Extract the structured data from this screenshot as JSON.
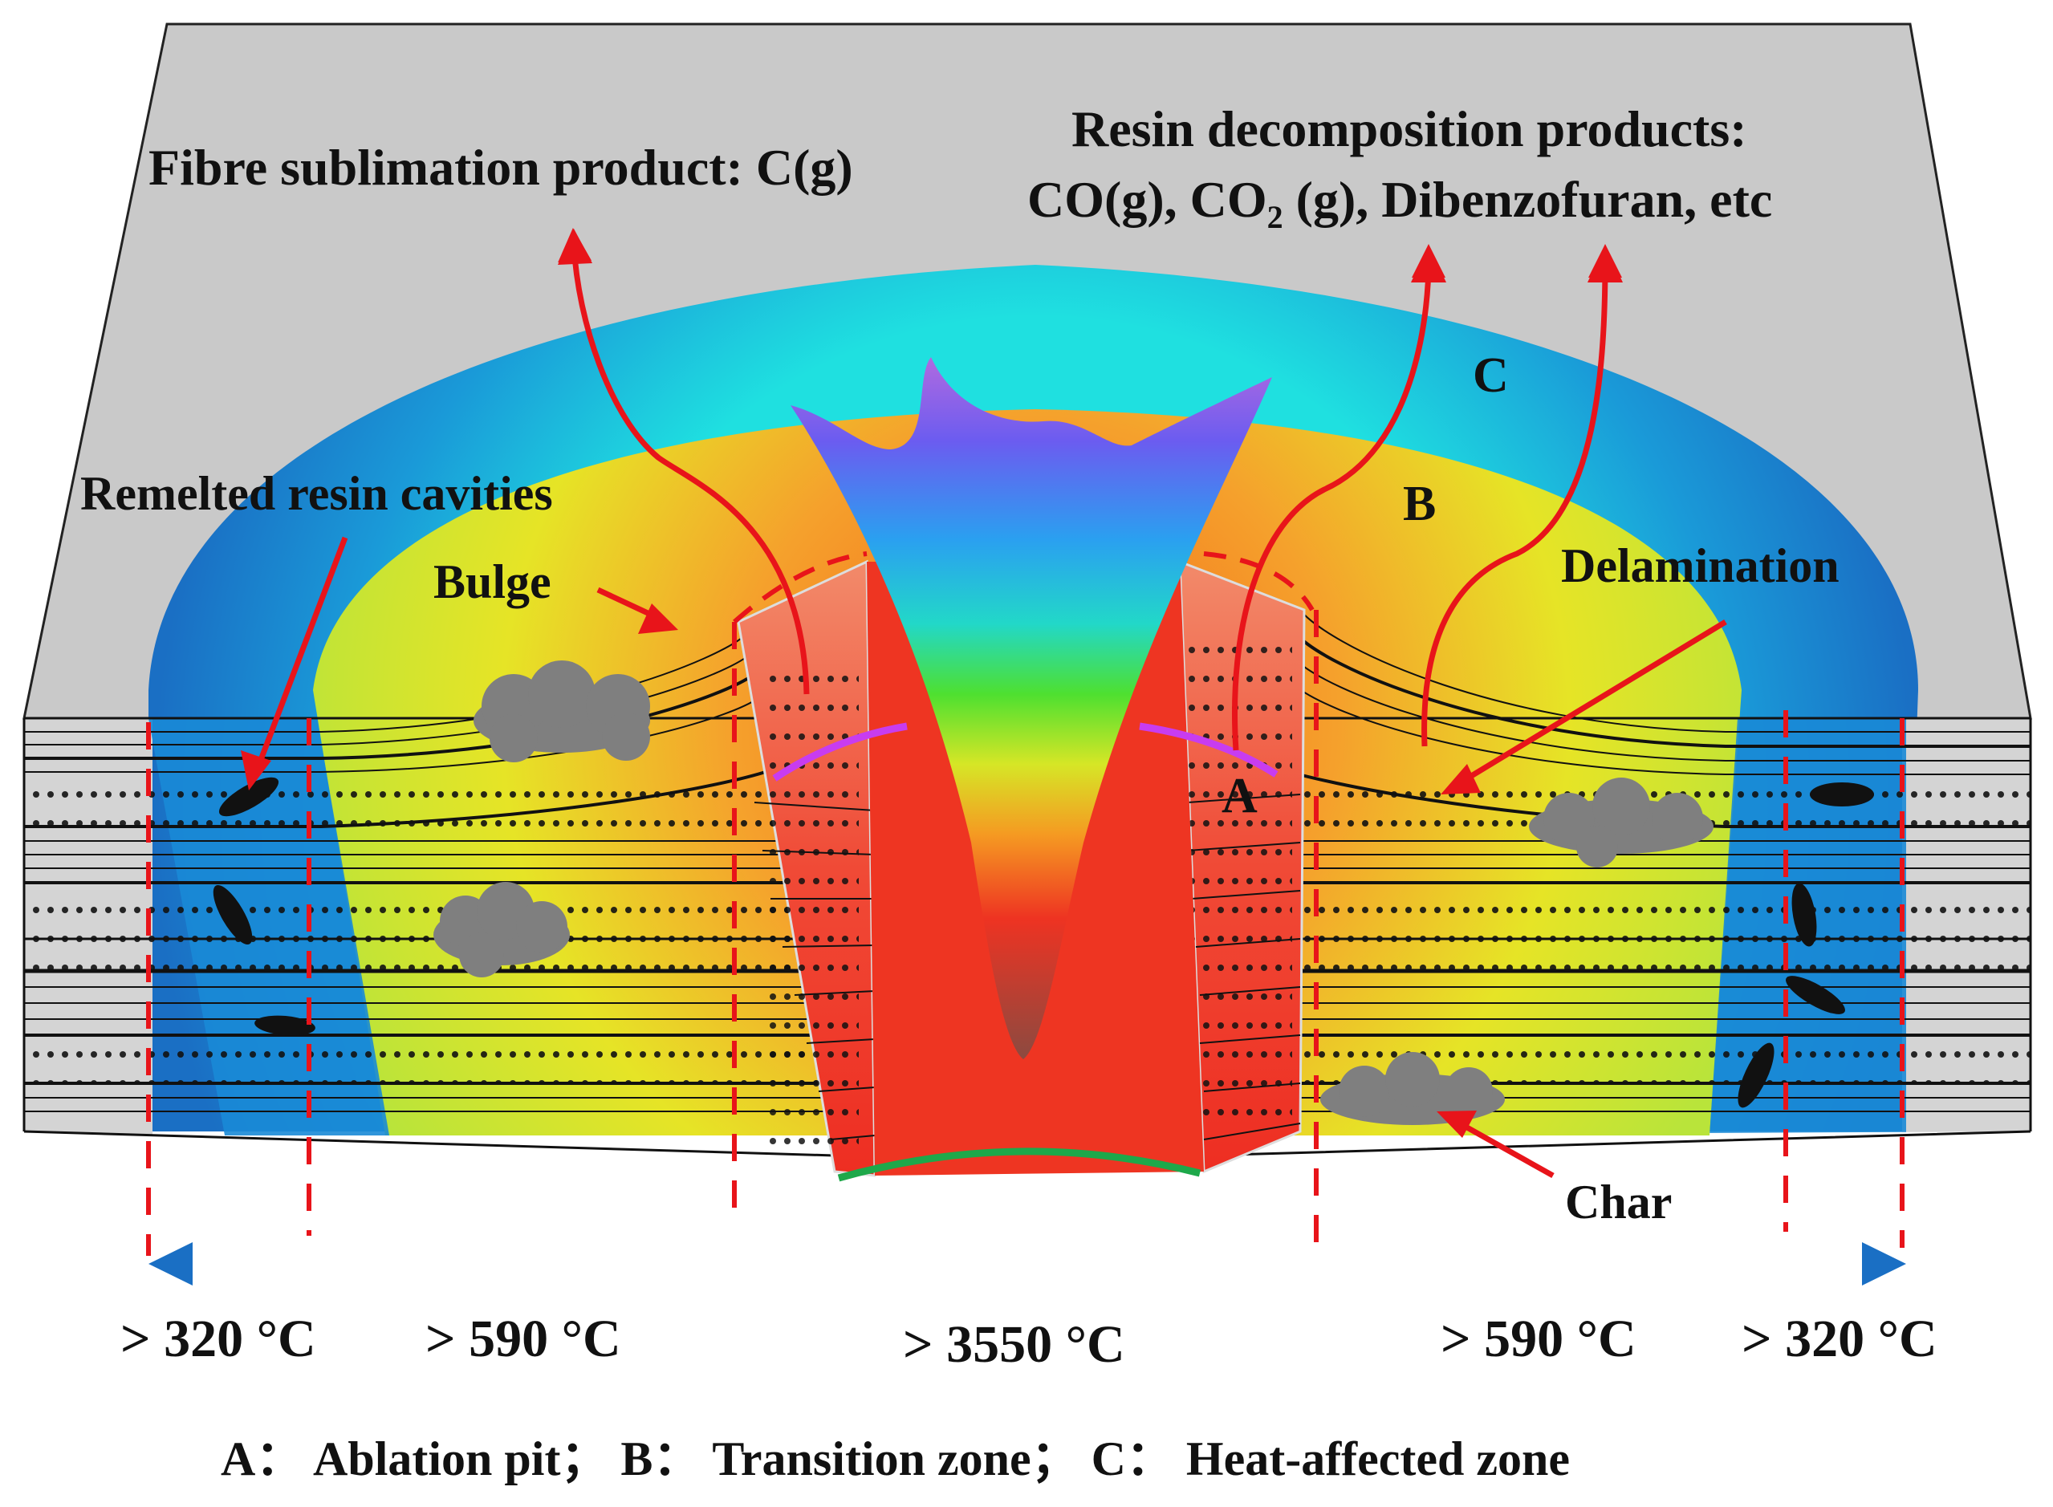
{
  "labels": {
    "fibre_sublimation": "Fibre sublimation product: C(g)",
    "resin_products_title": "Resin decomposition products:",
    "resin_products_co": "CO(g), CO",
    "resin_products_co2_sub": "2",
    "resin_products_rest": " (g), Dibenzofuran, etc",
    "remelted": "Remelted resin cavities",
    "bulge": "Bulge",
    "delamination": "Delamination",
    "char": "Char",
    "zone_a": "A",
    "zone_b": "B",
    "zone_c": "C"
  },
  "temperatures": {
    "left_outer": "> 320 °C",
    "left_inner": "> 590 °C",
    "center": "> 3550 °C",
    "right_inner": "> 590 °C",
    "right_outer": "> 320 °C"
  },
  "legend": {
    "text": "A：  Ablation pit；  B：  Transition zone；  C：  Heat-affected zone"
  },
  "colors": {
    "arrow_red": "#e8141a",
    "top_surface": "#c9c9c9",
    "zone_c_blue": "#1a7fd0",
    "zone_c_cyan": "#1fe0e0",
    "zone_b_orange": "#f59a2a",
    "zone_b_yellow": "#e6e426",
    "pit_red": "#f03b2a",
    "char_grey": "#7f7f7f",
    "purple_line": "#c83cf0",
    "green_line": "#1ea84a"
  }
}
